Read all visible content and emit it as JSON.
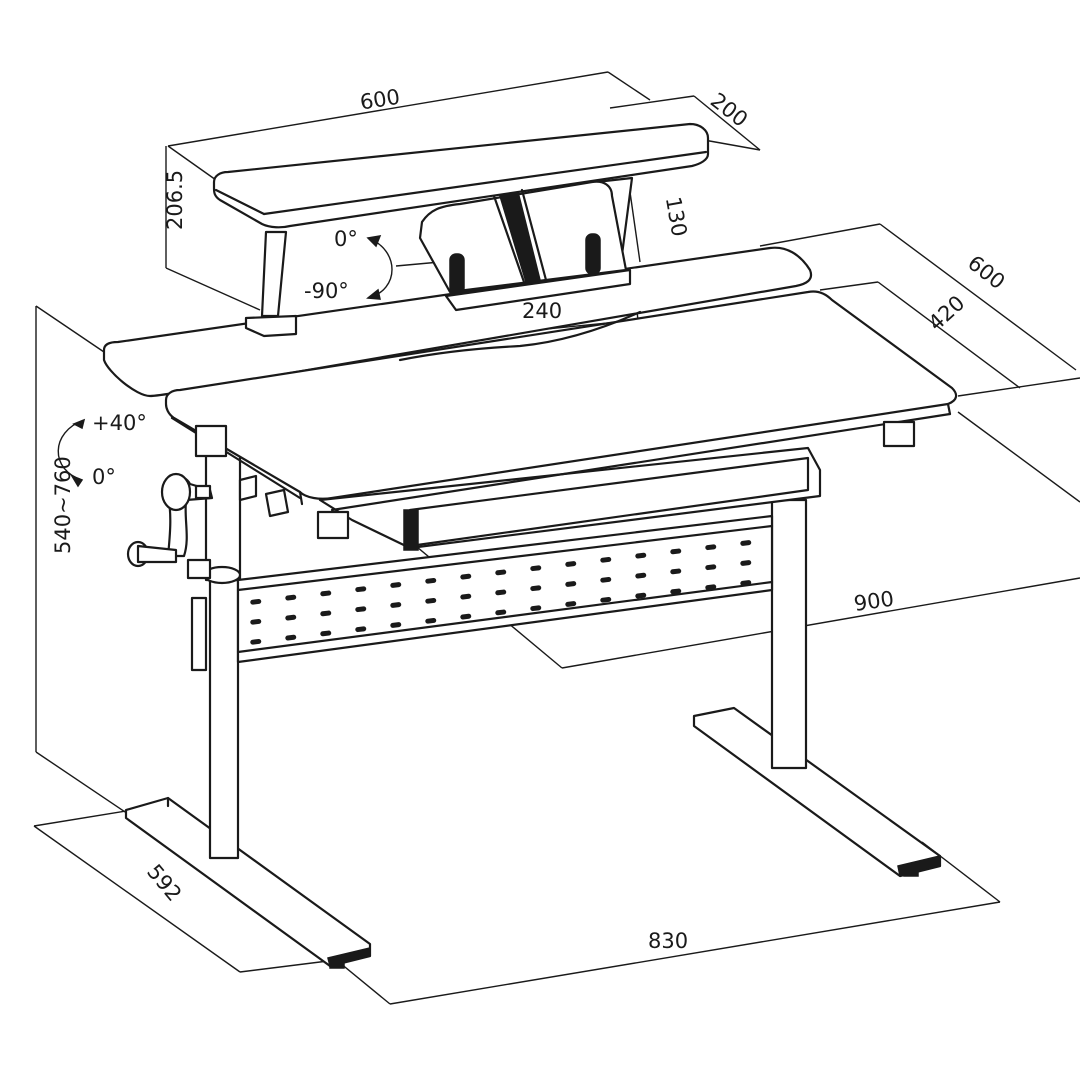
{
  "dimensions": {
    "shelf_width": "600",
    "shelf_depth": "200",
    "shelf_height": "206.5",
    "book_stand_height": "130",
    "book_stand_width": "240",
    "desk_depth_total": "600",
    "desk_depth_top": "420",
    "desk_width": "900",
    "desk_height_range": "540~760",
    "frame_width": "830",
    "base_depth": "592"
  },
  "angles": {
    "book_stand_upper": "0°",
    "book_stand_lower": "-90°",
    "tilt_upper": "+40°",
    "tilt_lower": "0°"
  }
}
